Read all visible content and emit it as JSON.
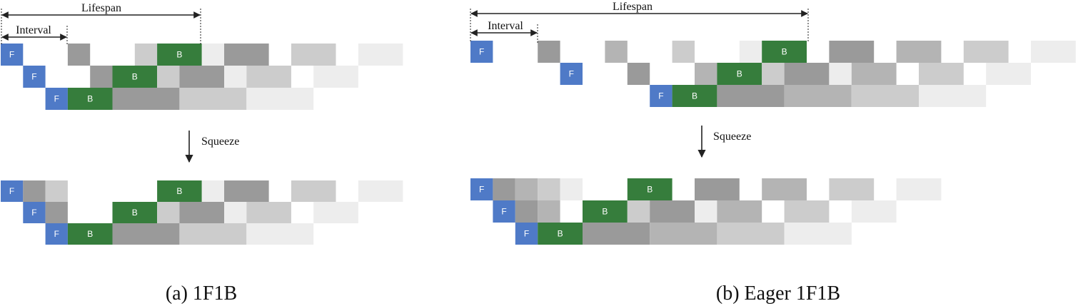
{
  "panels": [
    {
      "id": "a",
      "caption": "(a) 1F1B",
      "lifespan_label": "Lifespan",
      "interval_label": "Interval",
      "squeeze_label": "Squeeze",
      "forward_label": "F",
      "backward_label": "B"
    },
    {
      "id": "b",
      "caption": "(b) Eager 1F1B",
      "lifespan_label": "Lifespan",
      "interval_label": "Interval",
      "squeeze_label": "Squeeze",
      "forward_label": "F",
      "backward_label": "B"
    }
  ],
  "colors": {
    "forward": "#4f7ac7",
    "backward": "#367d3c",
    "gray_dark": "#9a9a9a",
    "gray_mid": "#b4b4b4",
    "gray_light": "#cccccc",
    "gray_pale": "#ededed",
    "annotation": "#222222"
  }
}
